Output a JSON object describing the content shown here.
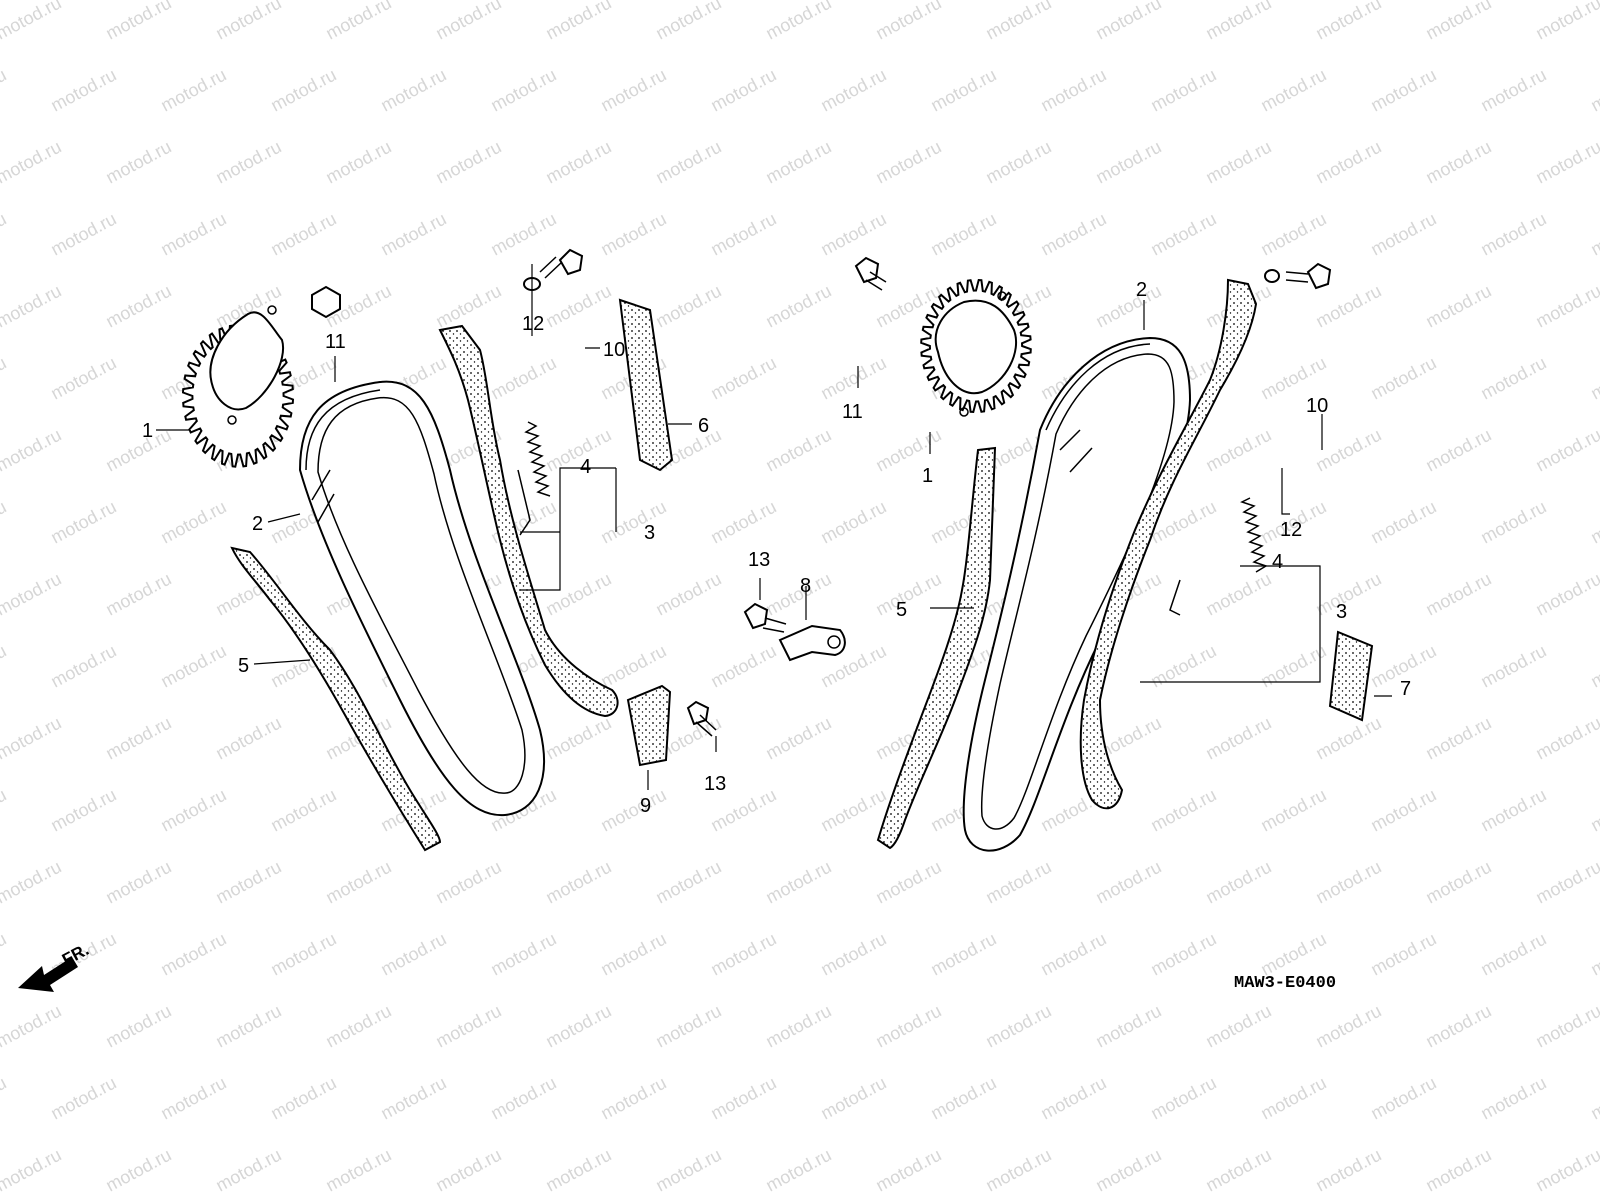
{
  "watermark": "motod.ru",
  "diagram_code": "MAW3-E0400",
  "front_arrow": {
    "label": "FR.",
    "icon": "direction-arrow-icon"
  },
  "left_assembly": {
    "labels": [
      {
        "id": "1",
        "text": "1"
      },
      {
        "id": "2",
        "text": "2"
      },
      {
        "id": "3",
        "text": "3"
      },
      {
        "id": "4",
        "text": "4"
      },
      {
        "id": "5",
        "text": "5"
      },
      {
        "id": "6",
        "text": "6"
      },
      {
        "id": "10",
        "text": "10"
      },
      {
        "id": "11",
        "text": "11"
      },
      {
        "id": "12",
        "text": "12"
      }
    ]
  },
  "center_parts": {
    "labels": [
      {
        "id": "8",
        "text": "8"
      },
      {
        "id": "9",
        "text": "9"
      },
      {
        "id": "13a",
        "text": "13"
      },
      {
        "id": "13b",
        "text": "13"
      }
    ]
  },
  "right_assembly": {
    "labels": [
      {
        "id": "1",
        "text": "1"
      },
      {
        "id": "2",
        "text": "2"
      },
      {
        "id": "3",
        "text": "3"
      },
      {
        "id": "4",
        "text": "4"
      },
      {
        "id": "5",
        "text": "5"
      },
      {
        "id": "7",
        "text": "7"
      },
      {
        "id": "10",
        "text": "10"
      },
      {
        "id": "11",
        "text": "11"
      },
      {
        "id": "12",
        "text": "12"
      }
    ]
  }
}
